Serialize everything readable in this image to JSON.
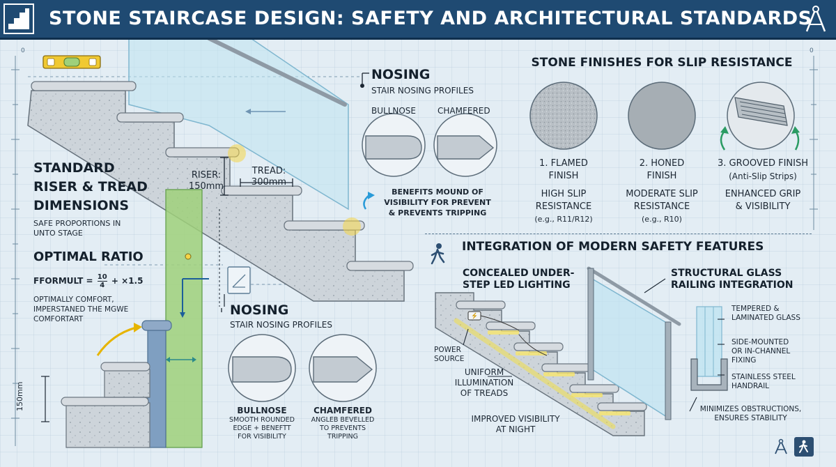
{
  "title": "STONE STAIRCASE DESIGN: SAFETY AND ARCHITECTURAL STANDARDS",
  "icons": {
    "top_left": "stairs-icon",
    "top_right": "compass-icon",
    "level": "spirit-level-icon",
    "walk": "walking-person-icon",
    "bottom_right": [
      "compass-icon",
      "exit-sign-icon"
    ]
  },
  "colors": {
    "banner": "#1f4a72",
    "highlight": "#f5d547",
    "green_zone": "#9fd07a",
    "glass": "#bfe3f1"
  },
  "rulers": {
    "left_top": "0",
    "right_top": "0"
  },
  "dimensions": {
    "section_title": [
      "STANDARD",
      "RISER & TREAD",
      "DIMENSIONS"
    ],
    "subtitle": [
      "SAFE PROPORTIONS IN",
      "UNTO STAGE"
    ],
    "ratio_title": "OPTIMAL RATIO",
    "formula_prefix": "FFORMULT =",
    "formula_num": "10",
    "formula_den": "4",
    "formula_suffix": "+ ×1.5",
    "note": [
      "OPTIMALLY COMFORT,",
      "IMPERSTANED THE MGWE",
      "COMFORTART"
    ],
    "riser_label": [
      "RISER:",
      "150mm"
    ],
    "tread_label": [
      "TREAD:",
      "300mm"
    ],
    "side_measure": "150mm"
  },
  "nosing_top": {
    "title": "NOSING",
    "subtitle": "STAIR NOSING PROFILES",
    "profile_a": "BULLNOSE",
    "profile_b": "CHAMFERED",
    "benefits": [
      "BENEFITS MOUND OF",
      "VISIBILITY FOR PREVENT",
      "& PREVENTS TRIPPING"
    ]
  },
  "nosing_bottom": {
    "title": "NOSING",
    "subtitle": "STAIR NOSING PROFILES",
    "profile_a": "BULLNOSE",
    "profile_a_desc": [
      "SMOOTH ROUNDED",
      "EDGE + BENEFTT",
      "FOR VISIBILITY"
    ],
    "profile_b": "CHAMFERED",
    "profile_b_desc": [
      "ANGLEB BEVELLED",
      "TO PREVENTS",
      "TRIPPING"
    ]
  },
  "finishes": {
    "title": "STONE FINISHES FOR SLIP RESISTANCE",
    "items": [
      {
        "name": [
          "1. FLAMED",
          "FINISH"
        ],
        "desc": [
          "HIGH SLIP",
          "RESISTANCE"
        ],
        "rating": "(e.g., R11/R12)"
      },
      {
        "name": [
          "2. HONED",
          "FINISH"
        ],
        "desc": [
          "MODERATE SLIP",
          "RESISTANCE"
        ],
        "rating": "(e.g., R10)"
      },
      {
        "name": [
          "3. GROOVED FINISH"
        ],
        "sub": "(Anti-Slip Strips)",
        "desc": [
          "ENHANCED GRIP",
          "& VISIBILITY"
        ]
      }
    ]
  },
  "safety": {
    "title": "INTEGRATION OF MODERN SAFETY FEATURES",
    "led_label": [
      "CONCEALED UNDER-",
      "STEP LED LIGHTING"
    ],
    "glass_label": [
      "STRUCTURAL GLASS",
      "RAILING INTEGRATION"
    ],
    "power": [
      "POWER",
      "SOURCE"
    ],
    "uniform": [
      "UNIFORM",
      "ILLUMINATION",
      "OF TREADS"
    ],
    "night": [
      "IMPROVED VISIBILITY",
      "AT NIGHT"
    ],
    "tempered": [
      "TEMPERED &",
      "LAMINATED GLASS"
    ],
    "fixing": [
      "SIDE-MOUNTED",
      "OR IN-CHANNEL",
      "FIXING"
    ],
    "handrail": [
      "STAINLESS STEEL",
      "HANDRAIL"
    ],
    "minimizes": [
      "MINIMIZES OBSTRUCTIONS,",
      "ENSURES STABILITY"
    ]
  }
}
